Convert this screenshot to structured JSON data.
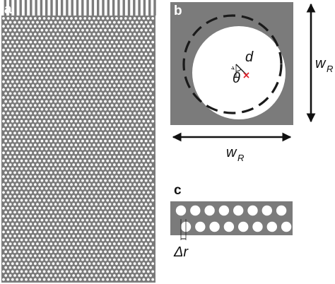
{
  "panels": {
    "a": {
      "label": "a"
    },
    "b": {
      "label": "b",
      "width_symbol": "w",
      "width_subscript": "R",
      "distance_symbol": "d",
      "angle_symbol": "θ"
    },
    "c": {
      "label": "c",
      "shift_symbol": "Δr"
    }
  },
  "colors": {
    "background": "#ffffff",
    "slab": "#7b7b7b",
    "hole": "#ffffff",
    "arrow": "#111111",
    "dashed_circle": "#1a1a1a",
    "marker": "#e0202a"
  },
  "icons": {
    "displacement_marker": "red-cross-icon"
  }
}
